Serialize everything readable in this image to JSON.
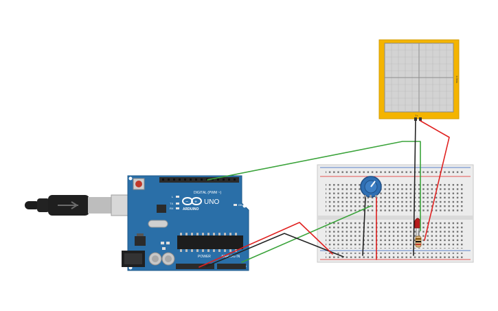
{
  "canvas": {
    "background": "#ffffff"
  },
  "arduino": {
    "brand_label": "ARDUINO",
    "model_label": "UNO",
    "digital_label": "DIGITAL (PWM ~)",
    "power_label": "POWER",
    "analog_label": "ANALOG IN",
    "tx_label": "TX",
    "rx_label": "RX",
    "l_label": "L",
    "on_label": "ON",
    "board_color": "#2a6fa8",
    "header_color": "#2b2b2b"
  },
  "oscilloscope": {
    "frame_color": "#f4b400",
    "screen_color": "#d3d3d3",
    "side_label": "1.0ms",
    "bottom_label": "T+"
  },
  "wires": {
    "red": "#e0201f",
    "green": "#3aa33a",
    "black": "#222222"
  },
  "components": {
    "potentiometer_color": "#2f6fb3",
    "led_color": "#b71c1c"
  },
  "icons": {
    "usb": "usb-cable-icon",
    "arduino_logo": "arduino-infinity-icon",
    "reset": "reset-button-icon"
  }
}
